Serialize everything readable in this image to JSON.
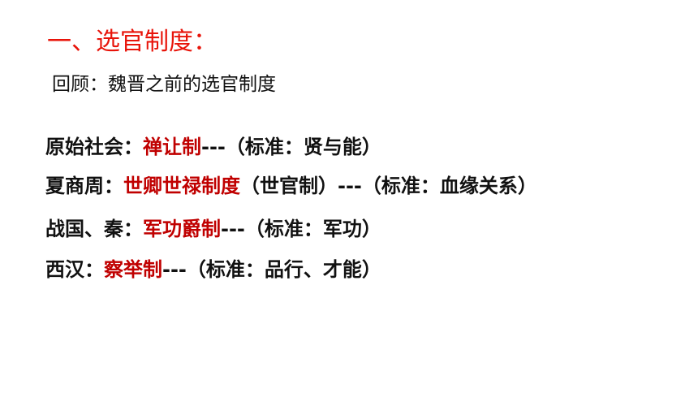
{
  "title": "一、选官制度：",
  "subtitle": "回顾：魏晋之前的选官制度",
  "colors": {
    "title": "#e8140a",
    "highlight": "#c00000",
    "text": "#111111"
  },
  "lines": [
    {
      "prefix": "原始社会：",
      "highlight": "禅让制",
      "suffix": "---（标准：贤与能）"
    },
    {
      "prefix": "夏商周：",
      "highlight": "世卿世禄制度",
      "suffix": "（世官制）---（标准：血缘关系）"
    },
    {
      "prefix": "战国、秦：",
      "highlight": "军功爵制",
      "suffix": "---（标准：军功）"
    },
    {
      "prefix": "西汉：",
      "highlight": "察举制",
      "suffix": "---（标准：品行、才能）"
    }
  ]
}
